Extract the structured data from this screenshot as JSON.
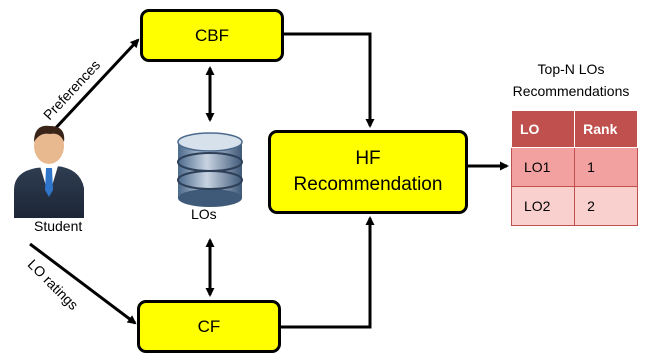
{
  "nodes": {
    "cbf": "CBF",
    "cf": "CF",
    "hf_line1": "HF",
    "hf_line2": "Recommendation",
    "student": "Student",
    "los": "LOs"
  },
  "edge_labels": {
    "preferences": "Preferences",
    "lo_ratings": "LO ratings"
  },
  "output": {
    "title_line1": "Top-N LOs",
    "title_line2": "Recommendations",
    "headers": [
      "LO",
      "Rank"
    ],
    "rows": [
      {
        "lo": "LO1",
        "rank": "1"
      },
      {
        "lo": "LO2",
        "rank": "2"
      }
    ]
  },
  "icons": {
    "student": "user-avatar-icon",
    "los": "database-icon"
  },
  "colors": {
    "box_fill": "#ffff00",
    "table_header": "#c0504d",
    "table_row1": "#f2a1a0",
    "table_row2": "#fad0cf"
  }
}
